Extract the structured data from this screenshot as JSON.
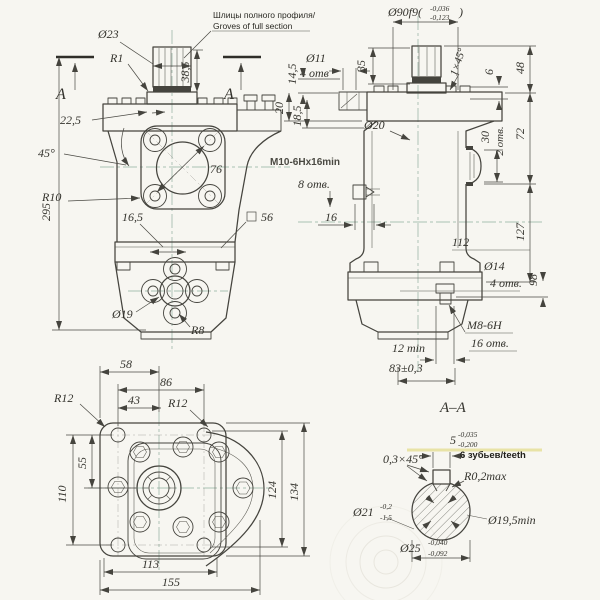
{
  "drawing": {
    "background": "#f7f6f1",
    "line_color": "#45443e",
    "centerline_color": "#7fa28f",
    "highlight_color": "#e6e09a"
  },
  "callout": {
    "line1": "Шлицы полного профиля/",
    "line2": "Groves of full section"
  },
  "side_view": {
    "dia23": "Ø23",
    "r1": "R1",
    "h38_5": "38,5",
    "section_a": "A",
    "a22_5": "22,5",
    "ang45": "45°",
    "h295": "295",
    "r10": "R10",
    "a16_5": "16,5",
    "d76": "76",
    "sq56": "56",
    "dia19": "Ø19",
    "r8": "R8"
  },
  "end_view": {
    "dia90_base": "Ø90f9(",
    "dia90_up": "-0,036",
    "dia90_low": "-0,123",
    "dia90_close": ")",
    "dia11": "Ø11",
    "holes4": "4 отв",
    "h35": "35",
    "ch1x45": "1×45°",
    "v14_5": "14,5",
    "v20": "20",
    "v18_5": "18,5",
    "dia20": "Ø20",
    "v6": "6",
    "v48": "48",
    "v72": "72",
    "v30": "30",
    "holes2": "2 отв.",
    "v127": "127",
    "v112": "112",
    "m10": "M10-6Hx16min",
    "holes8": "8 отв.",
    "v16": "16",
    "dia14": "Ø14",
    "holes4b": "4 отв.",
    "v98": "98",
    "m8": "M8-6H",
    "holes16": "16 отв.",
    "min12": "12 min",
    "b83": "83±0,3"
  },
  "front_view": {
    "w58": "58",
    "w86": "86",
    "w43": "43",
    "r12_left": "R12",
    "r12_right": "R12",
    "v55": "55",
    "v110": "110",
    "v124": "124",
    "v134": "134",
    "w113": "113",
    "w155": "155"
  },
  "section_view": {
    "title": "A–A",
    "key5": "5",
    "key5_up": "-0,035",
    "key5_low": "-0,200",
    "ch0_3x45": "0,3×45°",
    "teeth": "6 зубьев/teeth",
    "r0_2": "R0,2max",
    "dia21": "Ø21",
    "dia21_up": "-0,2",
    "dia21_low": "-1,5",
    "dia19_5": "Ø19,5min",
    "dia25": "Ø25",
    "dia25_up": "-0,040",
    "dia25_low": "-0,092"
  }
}
